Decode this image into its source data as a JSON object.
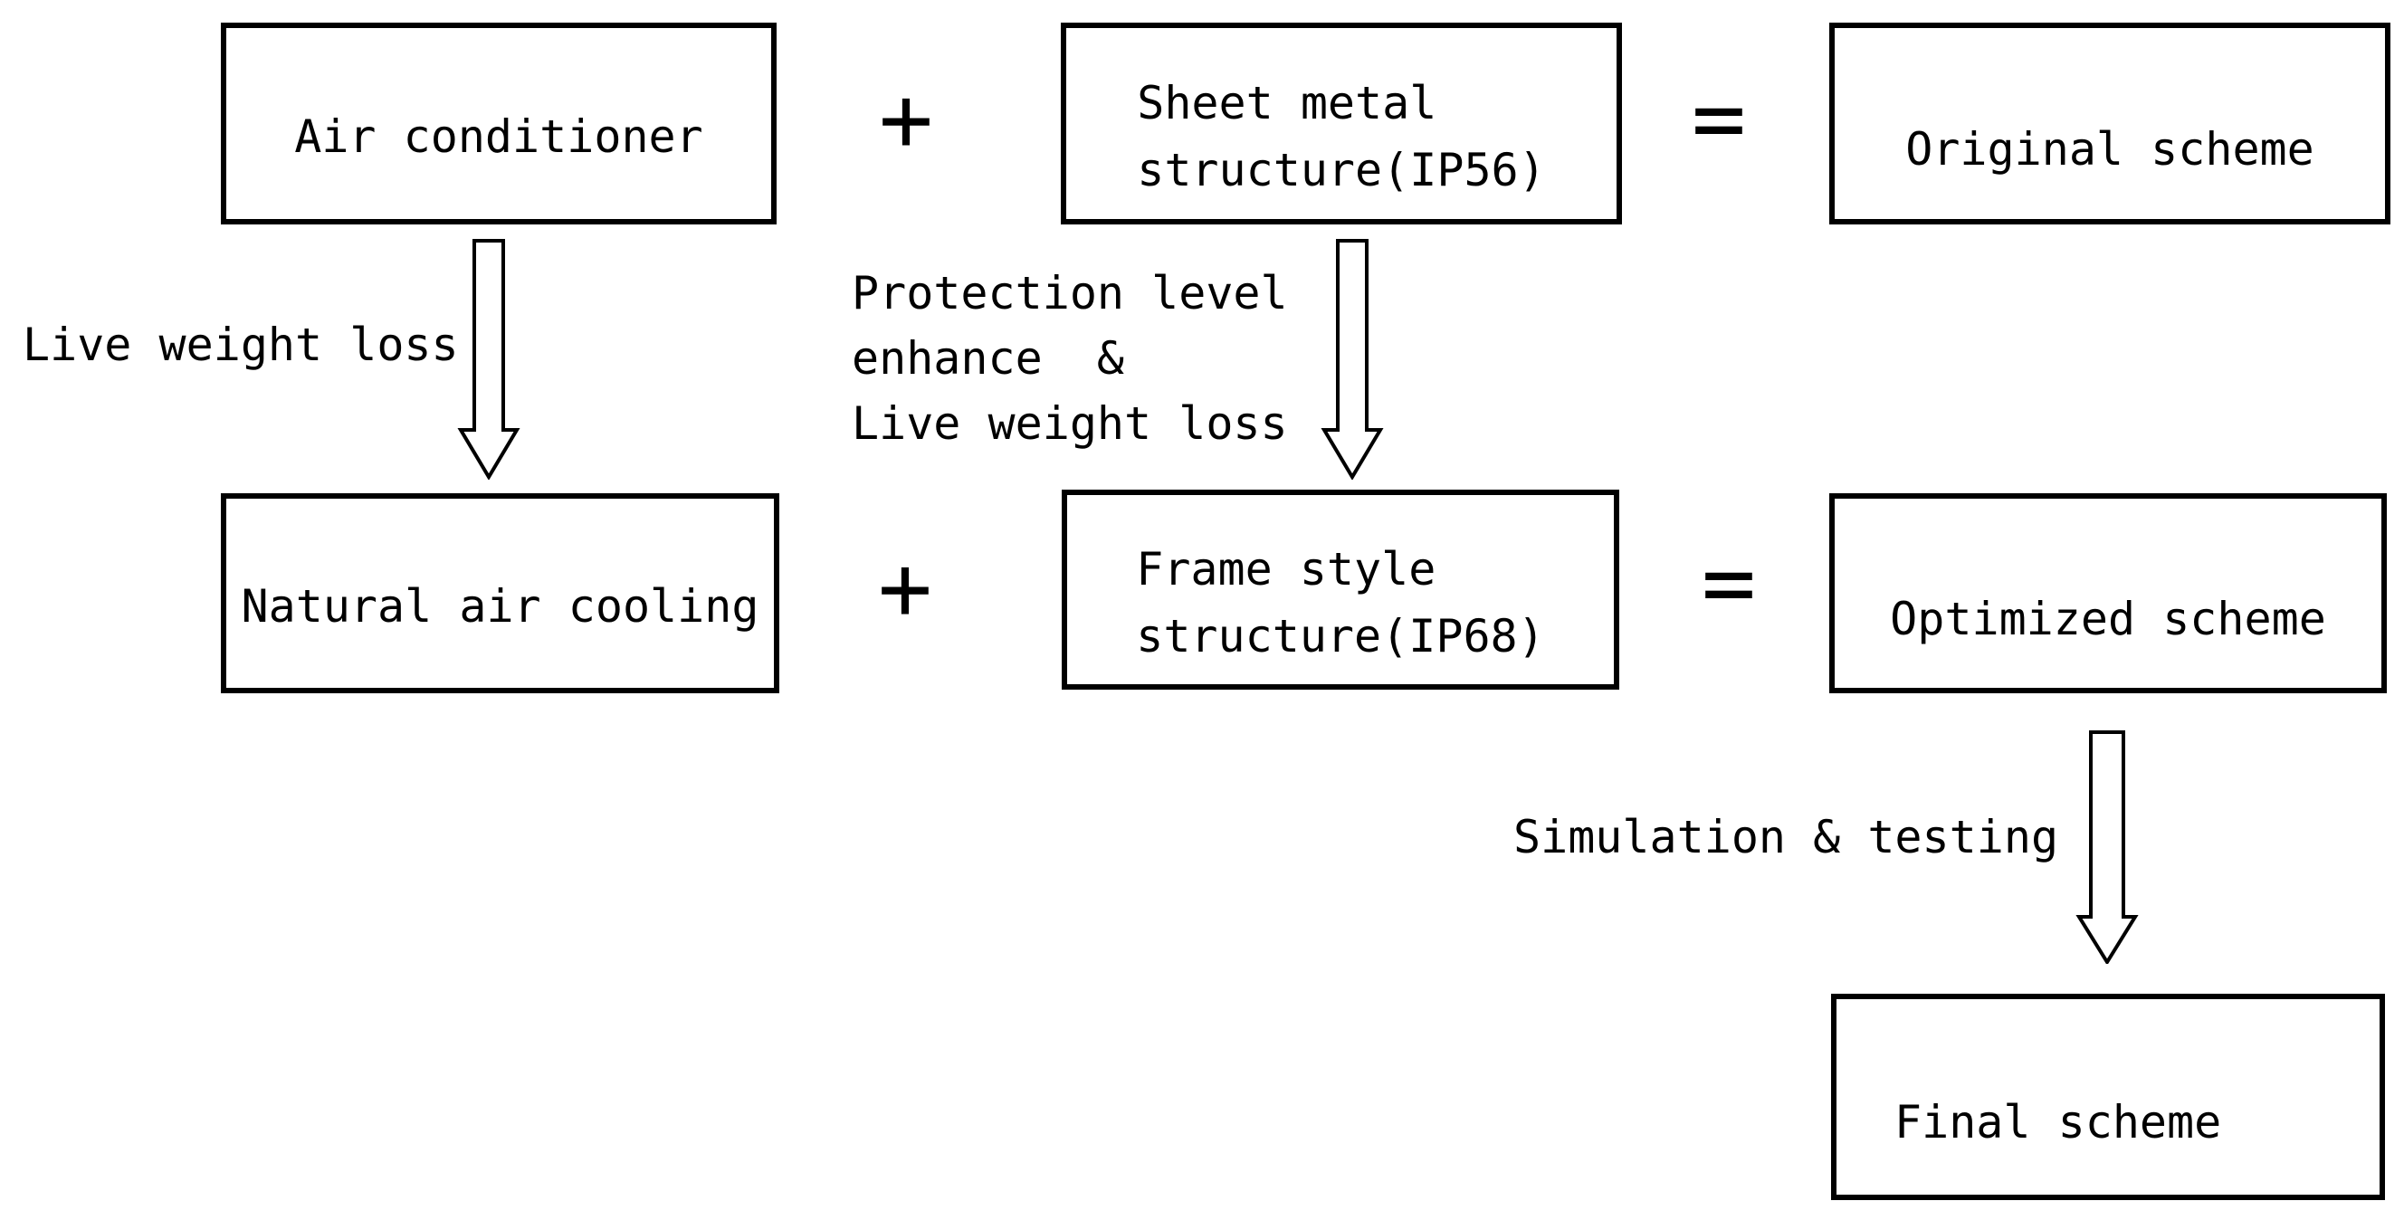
{
  "diagram": {
    "background": "#ffffff",
    "line_color": "#000000",
    "boxes": {
      "air_conditioner": {
        "label": "Air conditioner"
      },
      "sheet_metal": {
        "label": "Sheet metal\nstructure(IP56)"
      },
      "original_scheme": {
        "label": "Original scheme"
      },
      "natural_air_cooling": {
        "label": "Natural air cooling"
      },
      "frame_style": {
        "label": "Frame style\nstructure(IP68)"
      },
      "optimized_scheme": {
        "label": "Optimized scheme"
      },
      "final_scheme": {
        "label": "Final scheme"
      }
    },
    "operators": {
      "plus_row1": "+",
      "equals_row1": "=",
      "plus_row2": "+",
      "equals_row2": "="
    },
    "arrow_labels": {
      "air_to_natural": "Live weight loss",
      "sheet_to_frame": "Protection level\nenhance  &\nLive weight loss",
      "optimized_to_final": "Simulation & testing"
    }
  }
}
